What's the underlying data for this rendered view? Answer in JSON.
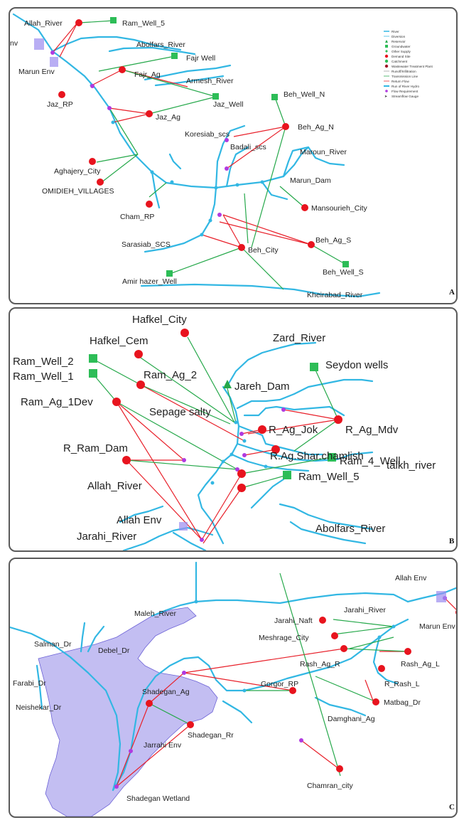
{
  "legend": [
    "River",
    "Diversion",
    "Reservoir",
    "Groundwater",
    "Other Supply",
    "Demand Site",
    "Catchment",
    "Wastewater Treatment Plant",
    "Runoff/Infiltration",
    "Transmission Line",
    "Return Flow",
    "Run of River Hydro",
    "Flow Requirement",
    "Streamflow Gauge"
  ],
  "panelA": {
    "label": "A",
    "nodes": [
      "Allah_River",
      "Ram_Well_5",
      "Abolfars_River",
      "Fajr Well",
      "Fajr_Ag",
      "Armesh_River",
      "Jaz_RP",
      "Jaz_Well",
      "Jaz_Ag",
      "Beh_Well_N",
      "Beh_Ag_N",
      "Koresiab_scs",
      "Badali_scs",
      "Maroun_River",
      "Aghajery_City",
      "OMIDIEH_VILLAGES",
      "Marun_Dam",
      "Cham_RP",
      "Mansourieh_City",
      "Sarasiab_SCS",
      "Beh_City",
      "Beh_Ag_S",
      "Beh_Well_S",
      "Amir hazer_Well",
      "Kheirabad_River"
    ],
    "env1": "nv",
    "env2": "Marun Env"
  },
  "panelB": {
    "label": "B",
    "nodes": [
      "Hafkel_City",
      "Zard_River",
      "Hafkel_Cem",
      "Ram_Well_2",
      "Seydon wells",
      "Ram_Well_1",
      "Ram_Ag_2",
      "Jareh_Dam",
      "Ram_Ag_1Dev",
      "Sepage salty",
      "R_Ag_Jok",
      "R_Ag_Mdv",
      "R.Ag.Shar.chamlish",
      "R_Ram_Dam",
      "talkh_river",
      "Ram_4_Well",
      "Allah_River",
      "Ram_Well_5",
      "Allah Env",
      "Jarahi_River",
      "Abolfars_River"
    ]
  },
  "panelC": {
    "label": "C",
    "nodes": [
      "Allah Env",
      "Maleh_River",
      "Jarahi_Naft",
      "Jarahi_River",
      "Marun Env",
      "Meshrage_City",
      "Salman_Dr",
      "Debel_Dr",
      "Rash_Ag_R",
      "Rash_Ag_L",
      "Farabi_Dr",
      "R_Rash_L",
      "Gorgor_RP",
      "Shadegan_Ag",
      "Matbag_Dr",
      "Neishekar_Dr",
      "Damghani_Ag",
      "Shadegan_Rr",
      "Jarrahi Env",
      "Chamran_city",
      "Shadegan Wetland"
    ]
  },
  "colors": {
    "river": "#32b7e3",
    "transmission": "#25a84a",
    "return_flow": "#e8202a",
    "demand_site": "#e8141e",
    "groundwater": "#2dbd57",
    "wetland": "#7b6fe3"
  }
}
